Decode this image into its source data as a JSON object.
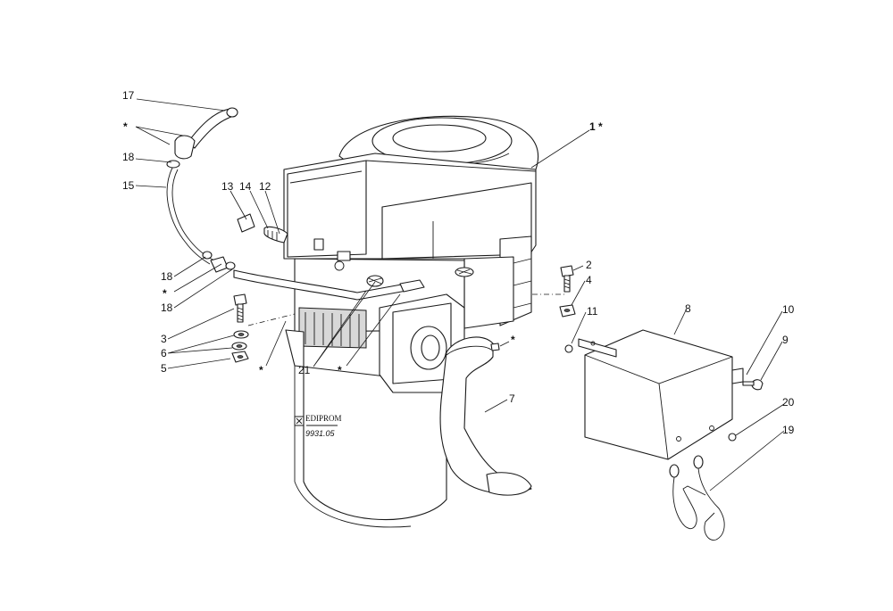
{
  "callouts": {
    "c17": "17",
    "c_star_top": "*",
    "c18a": "18",
    "c15": "15",
    "c13": "13",
    "c14": "14",
    "c12": "12",
    "c1": "1 *",
    "c18b": "18",
    "c_star_left": "*",
    "c18c": "18",
    "c3": "3",
    "c6": "6",
    "c5": "5",
    "c_star_lower": "*",
    "c21": "21",
    "c_star_mid": "*",
    "c2": "2",
    "c4": "4",
    "c11": "11",
    "c_star_right": "*",
    "c8": "8",
    "c10": "10",
    "c9": "9",
    "c7": "7",
    "c20": "20",
    "c19": "19"
  },
  "logo": {
    "brand": "EDIPROM",
    "code": "9931.05"
  }
}
